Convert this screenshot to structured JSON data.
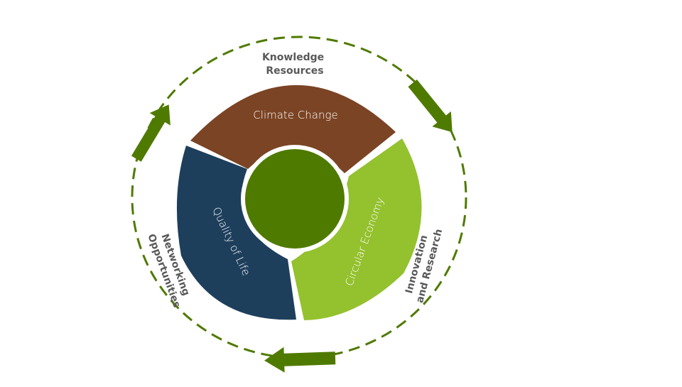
{
  "diagram": {
    "segments": [
      {
        "id": "climate",
        "label": "Climate Change",
        "color": "#7b4424"
      },
      {
        "id": "circular",
        "label": "Circular Economy",
        "color": "#94c12e"
      },
      {
        "id": "quality",
        "label": "Quality of Life",
        "color": "#1e3f5c"
      }
    ],
    "center_color": "#4f7a00",
    "outer_labels": {
      "knowledge": [
        "Knowledge",
        "Resources"
      ],
      "innovation": [
        "Innovation",
        "and Research"
      ],
      "networking": [
        "Networking",
        "Opportunities"
      ]
    },
    "dashed_ring_color": "#4f7a00",
    "arrow_color": "#4f7a00"
  }
}
